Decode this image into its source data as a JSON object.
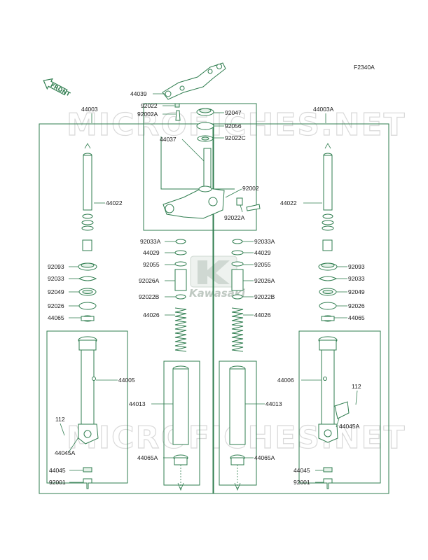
{
  "figure_code": "F2340A",
  "front_label": "FRONT",
  "watermarks": [
    "MICROFICHES.NET",
    "MICROFICHES.NET"
  ],
  "logo_text": "Kawasaki",
  "labels": [
    {
      "id": "44039",
      "text": "44039"
    },
    {
      "id": "92022",
      "text": "92022"
    },
    {
      "id": "92002A",
      "text": "92002A"
    },
    {
      "id": "44037",
      "text": "44037"
    },
    {
      "id": "92047",
      "text": "92047"
    },
    {
      "id": "92056",
      "text": "92056"
    },
    {
      "id": "92022C",
      "text": "92022C"
    },
    {
      "id": "92002",
      "text": "92002"
    },
    {
      "id": "92022A",
      "text": "92022A"
    },
    {
      "id": "L-44003",
      "text": "44003"
    },
    {
      "id": "R-44003A",
      "text": "44003A"
    },
    {
      "id": "L-44022",
      "text": "44022"
    },
    {
      "id": "R-44022",
      "text": "44022"
    },
    {
      "id": "L-92093",
      "text": "92093"
    },
    {
      "id": "L-92033",
      "text": "92033"
    },
    {
      "id": "L-92049",
      "text": "92049"
    },
    {
      "id": "L-92026",
      "text": "92026"
    },
    {
      "id": "L-44065",
      "text": "44065"
    },
    {
      "id": "R-92093",
      "text": "92093"
    },
    {
      "id": "R-92033",
      "text": "92033"
    },
    {
      "id": "R-92049",
      "text": "92049"
    },
    {
      "id": "R-92026",
      "text": "92026"
    },
    {
      "id": "R-44065",
      "text": "44065"
    },
    {
      "id": "CL-92033A",
      "text": "92033A"
    },
    {
      "id": "CL-44029",
      "text": "44029"
    },
    {
      "id": "CL-92055",
      "text": "92055"
    },
    {
      "id": "CL-92026A",
      "text": "92026A"
    },
    {
      "id": "CL-92022B",
      "text": "92022B"
    },
    {
      "id": "CL-44026",
      "text": "44026"
    },
    {
      "id": "CR-92033A",
      "text": "92033A"
    },
    {
      "id": "CR-44029",
      "text": "44029"
    },
    {
      "id": "CR-92055",
      "text": "92055"
    },
    {
      "id": "CR-92026A",
      "text": "92026A"
    },
    {
      "id": "CR-92022B",
      "text": "92022B"
    },
    {
      "id": "CR-44026",
      "text": "44026"
    },
    {
      "id": "L-44005",
      "text": "44005"
    },
    {
      "id": "R-44006",
      "text": "44006"
    },
    {
      "id": "CL-44013",
      "text": "44013"
    },
    {
      "id": "CR-44013",
      "text": "44013"
    },
    {
      "id": "CL-44065A",
      "text": "44065A"
    },
    {
      "id": "CR-44065A",
      "text": "44065A"
    },
    {
      "id": "L-112",
      "text": "112"
    },
    {
      "id": "R-112",
      "text": "112"
    },
    {
      "id": "L-44045A",
      "text": "44045A"
    },
    {
      "id": "R-44045A",
      "text": "44045A"
    },
    {
      "id": "L-44045",
      "text": "44045"
    },
    {
      "id": "R-44045",
      "text": "44045"
    },
    {
      "id": "L-92001",
      "text": "92001"
    },
    {
      "id": "R-92001",
      "text": "92001"
    }
  ]
}
